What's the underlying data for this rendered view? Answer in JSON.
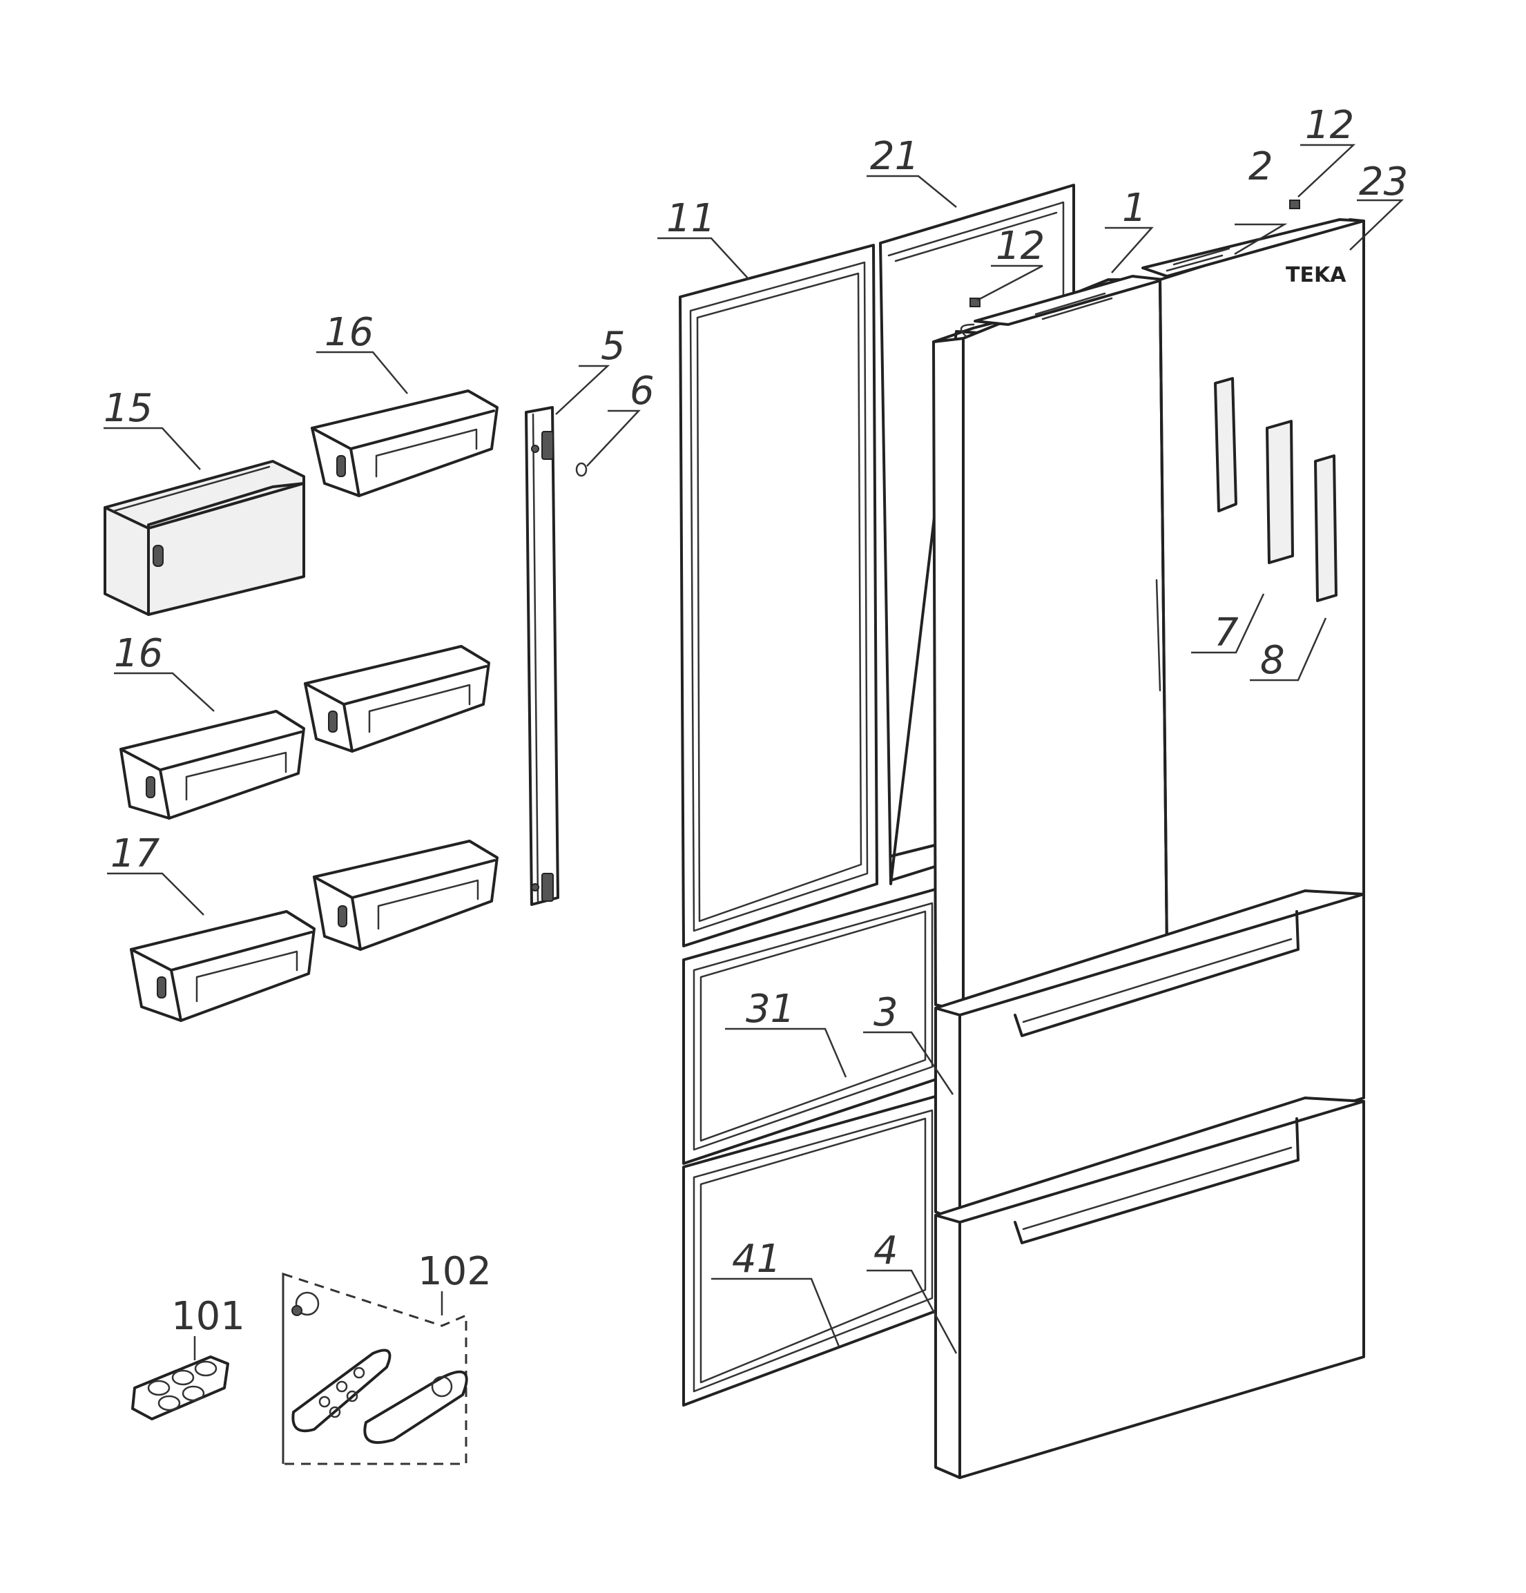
{
  "brand": "TEKA",
  "callouts": {
    "c1": "1",
    "c2": "2",
    "c3": "3",
    "c4": "4",
    "c5": "5",
    "c6": "6",
    "c7": "7",
    "c8": "8",
    "c11": "11",
    "c12a": "12",
    "c12b": "12",
    "c15": "15",
    "c16a": "16",
    "c16b": "16",
    "c17": "17",
    "c21": "21",
    "c23": "23",
    "c31": "31",
    "c41": "41",
    "c101": "101",
    "c102": "102"
  }
}
